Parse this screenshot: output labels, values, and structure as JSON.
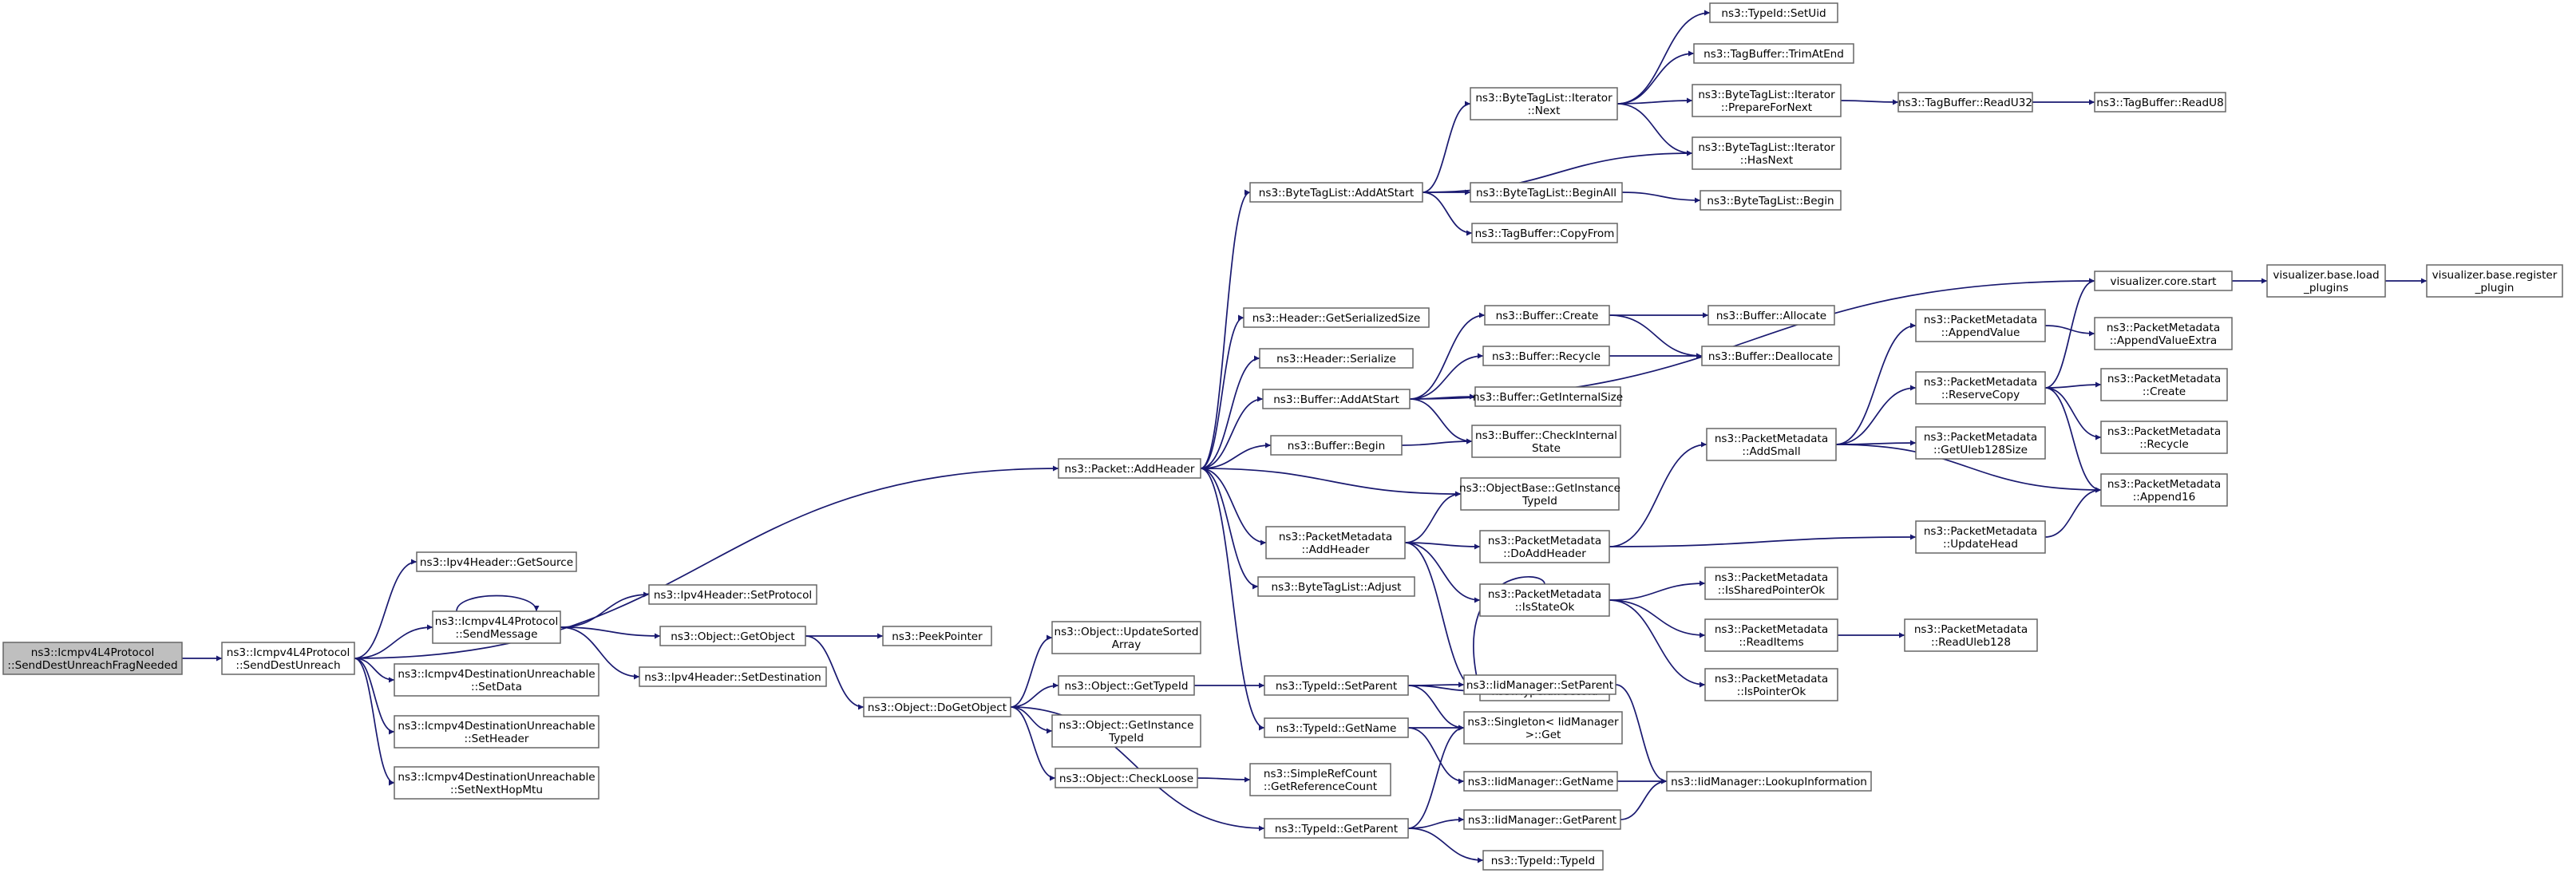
{
  "diagram": {
    "title": "",
    "colors": {
      "edge": "#191970",
      "node_border": "#666666",
      "node_fill": "#ffffff",
      "root_fill": "#bfbfbf",
      "truncated_border": "#ff0000"
    },
    "nodes": [
      {
        "id": "root",
        "lines": [
          "ns3::Icmpv4L4Protocol",
          "::SendDestUnreachFragNeeded"
        ],
        "style": "root"
      },
      {
        "id": "sendDestUnreach",
        "lines": [
          "ns3::Icmpv4L4Protocol",
          "::SendDestUnreach"
        ]
      },
      {
        "id": "packetAddHeader",
        "lines": [
          "ns3::Packet::AddHeader"
        ]
      },
      {
        "id": "ipv4GetSource",
        "lines": [
          "ns3::Ipv4Header::GetSource"
        ]
      },
      {
        "id": "sendMessage",
        "lines": [
          "ns3::Icmpv4L4Protocol",
          "::SendMessage"
        ]
      },
      {
        "id": "setData",
        "lines": [
          "ns3::Icmpv4DestinationUnreachable",
          "::SetData"
        ]
      },
      {
        "id": "setHeader",
        "lines": [
          "ns3::Icmpv4DestinationUnreachable",
          "::SetHeader"
        ]
      },
      {
        "id": "setNextHopMtu",
        "lines": [
          "ns3::Icmpv4DestinationUnreachable",
          "::SetNextHopMtu"
        ]
      },
      {
        "id": "ipv4SetProtocol",
        "lines": [
          "ns3::Ipv4Header::SetProtocol"
        ]
      },
      {
        "id": "objectGetObject",
        "lines": [
          "ns3::Object::GetObject"
        ]
      },
      {
        "id": "ipv4SetDestination",
        "lines": [
          "ns3::Ipv4Header::SetDestination"
        ]
      },
      {
        "id": "peekPointer",
        "lines": [
          "ns3::PeekPointer"
        ]
      },
      {
        "id": "doGetObject",
        "lines": [
          "ns3::Object::DoGetObject"
        ]
      },
      {
        "id": "updateSortedArray",
        "lines": [
          "ns3::Object::UpdateSorted",
          "Array"
        ]
      },
      {
        "id": "objectGetTypeId",
        "lines": [
          "ns3::Object::GetTypeId"
        ]
      },
      {
        "id": "objectGetInstanceTypeId",
        "lines": [
          "ns3::Object::GetInstance",
          "TypeId"
        ]
      },
      {
        "id": "checkLoose",
        "lines": [
          "ns3::Object::CheckLoose"
        ]
      },
      {
        "id": "getReferenceCount",
        "lines": [
          "ns3::SimpleRefCount",
          "::GetReferenceCount"
        ]
      },
      {
        "id": "byteTagListAddAtStart",
        "lines": [
          "ns3::ByteTagList::AddAtStart"
        ]
      },
      {
        "id": "headerGetSerializedSize",
        "lines": [
          "ns3::Header::GetSerializedSize"
        ]
      },
      {
        "id": "headerSerialize",
        "lines": [
          "ns3::Header::Serialize"
        ]
      },
      {
        "id": "bufferAddAtStart",
        "lines": [
          "ns3::Buffer::AddAtStart"
        ]
      },
      {
        "id": "bufferBegin",
        "lines": [
          "ns3::Buffer::Begin"
        ]
      },
      {
        "id": "pmAddHeader",
        "lines": [
          "ns3::PacketMetadata",
          "::AddHeader"
        ]
      },
      {
        "id": "byteTagListAdjust",
        "lines": [
          "ns3::ByteTagList::Adjust"
        ]
      },
      {
        "id": "typeIdGetName",
        "lines": [
          "ns3::TypeId::GetName"
        ]
      },
      {
        "id": "typeIdSetParent",
        "lines": [
          "ns3::TypeId::SetParent"
        ]
      },
      {
        "id": "typeIdGetParent",
        "lines": [
          "ns3::TypeId::GetParent"
        ]
      },
      {
        "id": "iteratorNext",
        "lines": [
          "ns3::ByteTagList::Iterator",
          "::Next"
        ]
      },
      {
        "id": "byteTagListBeginAll",
        "lines": [
          "ns3::ByteTagList::BeginAll"
        ]
      },
      {
        "id": "tagBufferCopyFrom",
        "lines": [
          "ns3::TagBuffer::CopyFrom"
        ]
      },
      {
        "id": "bufferCreate",
        "lines": [
          "ns3::Buffer::Create"
        ]
      },
      {
        "id": "bufferRecycle",
        "lines": [
          "ns3::Buffer::Recycle"
        ]
      },
      {
        "id": "bufferGetInternalSize",
        "lines": [
          "ns3::Buffer::GetInternalSize"
        ]
      },
      {
        "id": "bufferCheckInternalState",
        "lines": [
          "ns3::Buffer::CheckInternal",
          "State"
        ]
      },
      {
        "id": "objectBaseGetInstanceTypeId",
        "lines": [
          "ns3::ObjectBase::GetInstance",
          "TypeId"
        ]
      },
      {
        "id": "pmDoAddHeader",
        "lines": [
          "ns3::PacketMetadata",
          "::DoAddHeader"
        ]
      },
      {
        "id": "pmIsStateOk",
        "lines": [
          "ns3::PacketMetadata",
          "::IsStateOk"
        ]
      },
      {
        "id": "typeIdGetUid",
        "lines": [
          "ns3::TypeId::GetUid"
        ]
      },
      {
        "id": "iidManagerSetParent",
        "lines": [
          "ns3::IidManager::SetParent"
        ]
      },
      {
        "id": "singletonGet",
        "lines": [
          "ns3::Singleton< IidManager",
          " >::Get"
        ]
      },
      {
        "id": "iidManagerGetName",
        "lines": [
          "ns3::IidManager::GetName"
        ]
      },
      {
        "id": "iidManagerGetParent",
        "lines": [
          "ns3::IidManager::GetParent"
        ]
      },
      {
        "id": "typeIdTypeId",
        "lines": [
          "ns3::TypeId::TypeId"
        ]
      },
      {
        "id": "typeIdSetUid",
        "lines": [
          "ns3::TypeId::SetUid"
        ]
      },
      {
        "id": "tagBufferTrimAtEnd",
        "lines": [
          "ns3::TagBuffer::TrimAtEnd"
        ]
      },
      {
        "id": "iteratorPrepareForNext",
        "lines": [
          "ns3::ByteTagList::Iterator",
          "::PrepareForNext"
        ]
      },
      {
        "id": "iteratorHasNext",
        "lines": [
          "ns3::ByteTagList::Iterator",
          "::HasNext"
        ]
      },
      {
        "id": "byteTagListBegin",
        "lines": [
          "ns3::ByteTagList::Begin"
        ]
      },
      {
        "id": "visualizerCoreStart",
        "lines": [
          "visualizer.core.start"
        ]
      },
      {
        "id": "bufferAllocate",
        "lines": [
          "ns3::Buffer::Allocate"
        ]
      },
      {
        "id": "bufferDeallocate",
        "lines": [
          "ns3::Buffer::Deallocate"
        ]
      },
      {
        "id": "pmAddSmall",
        "lines": [
          "ns3::PacketMetadata",
          "::AddSmall"
        ]
      },
      {
        "id": "pmIsSharedPointerOk",
        "lines": [
          "ns3::PacketMetadata",
          "::IsSharedPointerOk"
        ]
      },
      {
        "id": "pmReadItems",
        "lines": [
          "ns3::PacketMetadata",
          "::ReadItems"
        ]
      },
      {
        "id": "pmIsPointerOk",
        "lines": [
          "ns3::PacketMetadata",
          "::IsPointerOk"
        ]
      },
      {
        "id": "iidManagerLookupInformation",
        "lines": [
          "ns3::IidManager::LookupInformation"
        ]
      },
      {
        "id": "tagBufferReadU32",
        "lines": [
          "ns3::TagBuffer::ReadU32"
        ]
      },
      {
        "id": "tagBufferReadU8",
        "lines": [
          "ns3::TagBuffer::ReadU8"
        ]
      },
      {
        "id": "pmAppendValue",
        "lines": [
          "ns3::PacketMetadata",
          "::AppendValue"
        ]
      },
      {
        "id": "pmReserveCopy",
        "lines": [
          "ns3::PacketMetadata",
          "::ReserveCopy"
        ]
      },
      {
        "id": "pmGetUleb128Size",
        "lines": [
          "ns3::PacketMetadata",
          "::GetUleb128Size"
        ]
      },
      {
        "id": "pmUpdateHead",
        "lines": [
          "ns3::PacketMetadata",
          "::UpdateHead"
        ]
      },
      {
        "id": "pmReadUleb128",
        "lines": [
          "ns3::PacketMetadata",
          "::ReadUleb128"
        ]
      },
      {
        "id": "visualizerBaseLoadPlugins",
        "lines": [
          "visualizer.base.load",
          "_plugins"
        ]
      },
      {
        "id": "visualizerBaseRegisterPlugin",
        "lines": [
          "visualizer.base.register",
          "_plugin"
        ]
      },
      {
        "id": "pmAppendValueExtra",
        "lines": [
          "ns3::PacketMetadata",
          "::AppendValueExtra"
        ]
      },
      {
        "id": "pmCreate",
        "lines": [
          "ns3::PacketMetadata",
          "::Create"
        ],
        "style": "truncated"
      },
      {
        "id": "pmRecycle",
        "lines": [
          "ns3::PacketMetadata",
          "::Recycle"
        ],
        "style": "truncated"
      },
      {
        "id": "pmAppend16",
        "lines": [
          "ns3::PacketMetadata",
          "::Append16"
        ]
      }
    ],
    "edges": [
      [
        "root",
        "sendDestUnreach"
      ],
      [
        "sendDestUnreach",
        "packetAddHeader"
      ],
      [
        "sendDestUnreach",
        "ipv4GetSource"
      ],
      [
        "sendDestUnreach",
        "sendMessage"
      ],
      [
        "sendDestUnreach",
        "setData"
      ],
      [
        "sendDestUnreach",
        "setHeader"
      ],
      [
        "sendDestUnreach",
        "setNextHopMtu"
      ],
      [
        "sendMessage",
        "sendMessage"
      ],
      [
        "sendMessage",
        "ipv4SetProtocol"
      ],
      [
        "sendMessage",
        "objectGetObject"
      ],
      [
        "sendMessage",
        "ipv4SetDestination"
      ],
      [
        "objectGetObject",
        "peekPointer"
      ],
      [
        "objectGetObject",
        "doGetObject"
      ],
      [
        "doGetObject",
        "updateSortedArray"
      ],
      [
        "doGetObject",
        "objectGetTypeId"
      ],
      [
        "doGetObject",
        "objectGetInstanceTypeId"
      ],
      [
        "doGetObject",
        "checkLoose"
      ],
      [
        "doGetObject",
        "typeIdGetParent"
      ],
      [
        "checkLoose",
        "getReferenceCount"
      ],
      [
        "objectGetTypeId",
        "typeIdSetParent"
      ],
      [
        "packetAddHeader",
        "byteTagListAddAtStart"
      ],
      [
        "packetAddHeader",
        "headerGetSerializedSize"
      ],
      [
        "packetAddHeader",
        "headerSerialize"
      ],
      [
        "packetAddHeader",
        "bufferAddAtStart"
      ],
      [
        "packetAddHeader",
        "bufferBegin"
      ],
      [
        "packetAddHeader",
        "objectBaseGetInstanceTypeId"
      ],
      [
        "packetAddHeader",
        "pmAddHeader"
      ],
      [
        "packetAddHeader",
        "byteTagListAdjust"
      ],
      [
        "packetAddHeader",
        "typeIdGetName"
      ],
      [
        "byteTagListAddAtStart",
        "iteratorNext"
      ],
      [
        "byteTagListAddAtStart",
        "iteratorHasNext"
      ],
      [
        "byteTagListAddAtStart",
        "byteTagListBeginAll"
      ],
      [
        "byteTagListAddAtStart",
        "tagBufferCopyFrom"
      ],
      [
        "iteratorNext",
        "typeIdSetUid"
      ],
      [
        "iteratorNext",
        "tagBufferTrimAtEnd"
      ],
      [
        "iteratorNext",
        "iteratorPrepareForNext"
      ],
      [
        "iteratorNext",
        "iteratorHasNext"
      ],
      [
        "iteratorPrepareForNext",
        "tagBufferReadU32"
      ],
      [
        "tagBufferReadU32",
        "tagBufferReadU8"
      ],
      [
        "byteTagListBeginAll",
        "byteTagListBegin"
      ],
      [
        "bufferAddAtStart",
        "visualizerCoreStart"
      ],
      [
        "bufferAddAtStart",
        "bufferCreate"
      ],
      [
        "bufferAddAtStart",
        "bufferRecycle"
      ],
      [
        "bufferAddAtStart",
        "bufferGetInternalSize"
      ],
      [
        "bufferAddAtStart",
        "bufferCheckInternalState"
      ],
      [
        "bufferCreate",
        "bufferAllocate"
      ],
      [
        "bufferCreate",
        "bufferDeallocate"
      ],
      [
        "bufferRecycle",
        "bufferDeallocate"
      ],
      [
        "bufferBegin",
        "bufferCheckInternalState"
      ],
      [
        "visualizerCoreStart",
        "visualizerBaseLoadPlugins"
      ],
      [
        "visualizerBaseLoadPlugins",
        "visualizerBaseRegisterPlugin"
      ],
      [
        "pmAddHeader",
        "objectBaseGetInstanceTypeId"
      ],
      [
        "pmAddHeader",
        "pmDoAddHeader"
      ],
      [
        "pmAddHeader",
        "pmIsStateOk"
      ],
      [
        "pmAddHeader",
        "typeIdGetUid"
      ],
      [
        "pmDoAddHeader",
        "pmAddSmall"
      ],
      [
        "pmDoAddHeader",
        "pmUpdateHead"
      ],
      [
        "pmAddSmall",
        "pmAppendValue"
      ],
      [
        "pmAddSmall",
        "pmReserveCopy"
      ],
      [
        "pmAddSmall",
        "pmGetUleb128Size"
      ],
      [
        "pmAddSmall",
        "pmAppend16"
      ],
      [
        "pmAppendValue",
        "pmAppendValueExtra"
      ],
      [
        "pmReserveCopy",
        "visualizerCoreStart"
      ],
      [
        "pmReserveCopy",
        "pmCreate"
      ],
      [
        "pmReserveCopy",
        "pmRecycle"
      ],
      [
        "pmReserveCopy",
        "pmAppend16"
      ],
      [
        "pmUpdateHead",
        "pmAppend16"
      ],
      [
        "pmIsStateOk",
        "typeIdGetUid"
      ],
      [
        "pmIsStateOk",
        "pmIsSharedPointerOk"
      ],
      [
        "pmIsStateOk",
        "pmReadItems"
      ],
      [
        "pmIsStateOk",
        "pmIsPointerOk"
      ],
      [
        "pmReadItems",
        "pmReadUleb128"
      ],
      [
        "typeIdGetName",
        "singletonGet"
      ],
      [
        "typeIdGetName",
        "iidManagerGetName"
      ],
      [
        "typeIdSetParent",
        "typeIdGetUid"
      ],
      [
        "typeIdSetParent",
        "iidManagerSetParent"
      ],
      [
        "typeIdSetParent",
        "singletonGet"
      ],
      [
        "typeIdGetParent",
        "singletonGet"
      ],
      [
        "typeIdGetParent",
        "iidManagerGetParent"
      ],
      [
        "typeIdGetParent",
        "typeIdTypeId"
      ],
      [
        "iidManagerSetParent",
        "iidManagerLookupInformation"
      ],
      [
        "iidManagerGetName",
        "iidManagerLookupInformation"
      ],
      [
        "iidManagerGetParent",
        "iidManagerLookupInformation"
      ]
    ]
  }
}
